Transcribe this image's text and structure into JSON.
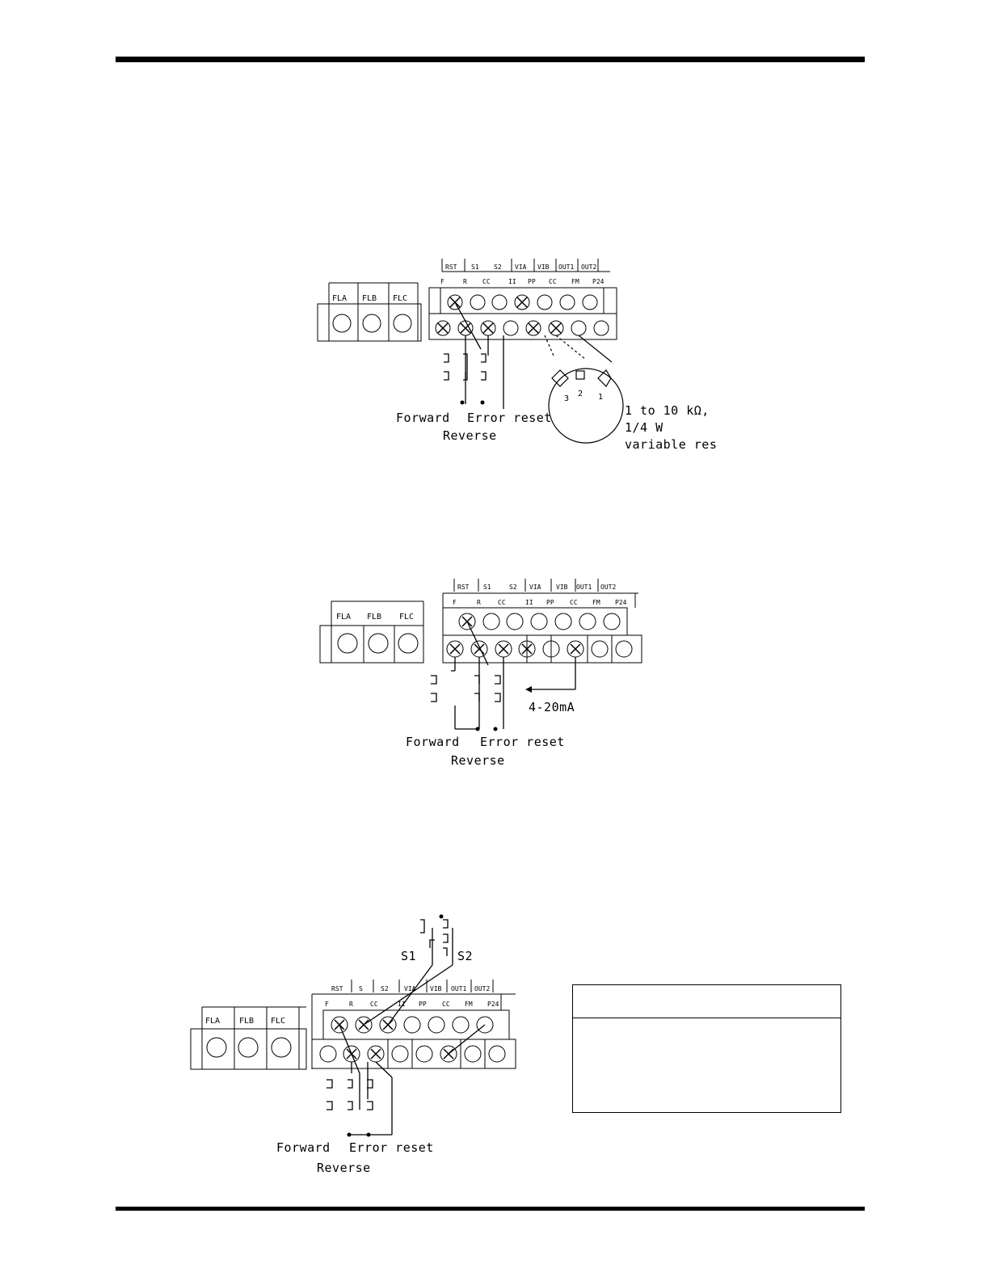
{
  "diagram1": {
    "relay_labels": [
      "FLA",
      "FLB",
      "FLC"
    ],
    "group_labels": [
      "RST",
      "S1",
      "S2",
      "VIA",
      "VIB",
      "OUT1",
      "OUT2"
    ],
    "terminal_labels": [
      "F",
      "R",
      "CC",
      "II",
      "PP",
      "CC",
      "FM",
      "P24"
    ],
    "captions": {
      "forward": "Forward",
      "error_reset": "Error reset",
      "reverse": "Reverse"
    },
    "pot_pins": [
      "3",
      "2",
      "1"
    ],
    "resistor_text": [
      "1 to 10 kΩ,",
      "1/4 W",
      "variable res"
    ]
  },
  "diagram2": {
    "relay_labels": [
      "FLA",
      "FLB",
      "FLC"
    ],
    "group_labels": [
      "RST",
      "S1",
      "S2",
      "VIA",
      "VIB",
      "OUT1",
      "OUT2"
    ],
    "terminal_labels": [
      "F",
      "R",
      "CC",
      "II",
      "PP",
      "CC",
      "FM",
      "P24"
    ],
    "current_label": "4-20mA",
    "captions": {
      "forward": "Forward",
      "error_reset": "Error reset",
      "reverse": "Reverse"
    }
  },
  "diagram3": {
    "relay_labels": [
      "FLA",
      "FLB",
      "FLC"
    ],
    "group_labels": [
      "RST",
      "S",
      "S2",
      "VIA",
      "VIB",
      "OUT1",
      "OUT2"
    ],
    "terminal_labels": [
      "F",
      "R",
      "CC",
      "II",
      "PP",
      "CC",
      "FM",
      "P24"
    ],
    "switch_labels": [
      "S1",
      "S2"
    ],
    "captions": {
      "forward": "Forward",
      "error_reset": "Error reset",
      "reverse": "Reverse"
    }
  }
}
